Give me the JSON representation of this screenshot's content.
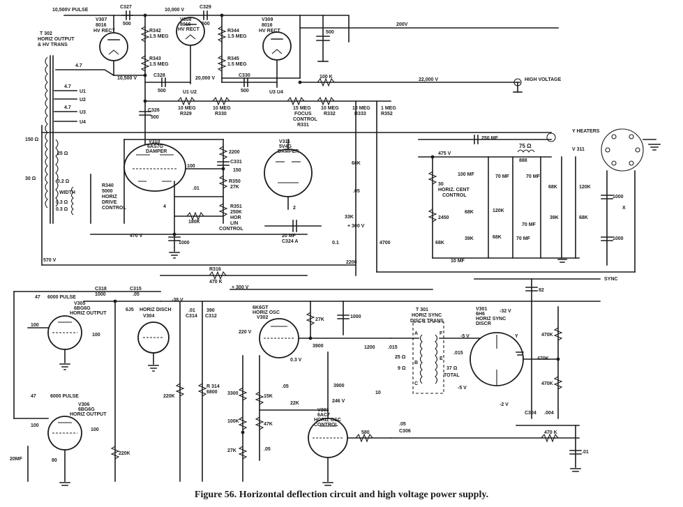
{
  "caption": "Figure 56. Horizontal deflection circuit and high voltage power supply.",
  "tubes": [
    {
      "id": "v307",
      "lines": [
        "V307",
        "8016",
        "HV RECT"
      ]
    },
    {
      "id": "v308",
      "lines": [
        "V308",
        "8016",
        "HV RECT"
      ]
    },
    {
      "id": "v309",
      "lines": [
        "V309",
        "8016",
        "HV RECT"
      ]
    },
    {
      "id": "v310",
      "lines": [
        "V310",
        "6AS7G",
        "DAMPER"
      ]
    },
    {
      "id": "v311",
      "lines": [
        "V311",
        "5V4G",
        "DAMPER"
      ]
    },
    {
      "id": "v305",
      "lines": [
        "V305",
        "6BG6G",
        "HORIZ OUTPUT"
      ]
    },
    {
      "id": "v306",
      "lines": [
        "V306",
        "6BG6G",
        "HORIZ OUTPUT"
      ]
    },
    {
      "id": "v304",
      "lines": [
        "6J5",
        "HORIZ DISCH",
        "V304"
      ]
    },
    {
      "id": "v302",
      "lines": [
        "6K6GT",
        "HORIZ OSC",
        "V302"
      ]
    },
    {
      "id": "v303",
      "lines": [
        "V303",
        "6AC7",
        "HORIZ OSC",
        "CONTROL"
      ]
    },
    {
      "id": "v301",
      "lines": [
        "V301",
        "6H6",
        "HORIZ SYNC",
        "DISCR"
      ]
    }
  ],
  "labels": {
    "pulse_10500": "10,500V PULSE",
    "c327": "C327",
    "c327_v": "500",
    "v10000": "10,000 V",
    "c329": "C329",
    "c329_v": "500",
    "v200": "200V",
    "c500_top": "500",
    "t302_1": "T 302",
    "t302_2": "HORIZ OUTPUT",
    "t302_3": "& HV TRANS",
    "r47_a": "4.7",
    "r342": "R342",
    "r342_v": "1.5 MEG",
    "r343": "R343",
    "r343_v": "1.5 MEG",
    "r344": "R344",
    "r344_v": "1.5 MEG",
    "r345": "R345",
    "r345_v": "1.5 MEG",
    "v10500": "10,500 V",
    "v20000": "20,000 V",
    "c328": "C328",
    "c328_v": "500",
    "c330": "C330",
    "c330_v": "500",
    "u1": "U1",
    "u2": "U2",
    "u3": "U3",
    "u4": "U4",
    "u1u2": "U1 U2",
    "u3u4": "U3 U4",
    "r47_b": "4.7",
    "r47_c": "4.7",
    "r100k_top": "100 K",
    "v22000": "22,000 V",
    "high_voltage": "HIGH VOLTAGE",
    "r329_v": "10 MEG",
    "r329": "R329",
    "r330_v": "10 MEG",
    "r330": "R330",
    "r331_1": "15 MEG",
    "r331_2": "FOCUS",
    "r331_3": "CONTROL",
    "r331_4": "R331",
    "r332_v": "10 MEG",
    "r332": "R332",
    "r333_v": "10 MEG",
    "r333": "R333",
    "r352_v": "1 MEG",
    "r352": "R352",
    "c326": "C326",
    "c326_v": "500",
    "ohm150": "150 Ω",
    "ohm25": "25 Ω",
    "ohm30": "30 Ω",
    "ohm02": "0.2 Ω",
    "ohm03a": "0.3 Ω",
    "ohm03b": "0.3 Ω",
    "width": "WIDTH",
    "r340_1": "R340",
    "r340_2": "5000",
    "r340_3": "HORIZ",
    "r340_4": "DRIVE",
    "r340_5": "CONTROL",
    "r2200": "2200",
    "c331": "C331",
    "c331_v": "150",
    "r350": "R350",
    "r350_v": "27K",
    "r100_v310": "100",
    "c01_v310": ".01",
    "r180k": "180K",
    "r351_1": "R351",
    "r351_2": "250K",
    "r351_3": "HOR",
    "r351_4": "LIN",
    "r351_5": "CONTROL",
    "v470": "470 V",
    "c1000_a": "1000",
    "v570": "570 V",
    "c20mf_1": "20 MF",
    "c20mf_2": "C324 A",
    "r68k_a": "68K",
    "c05_a": ".05",
    "r33k": "33K",
    "v300_a": "+ 300 V",
    "c01_b": "0.1",
    "r2200_b": "2200",
    "r4700": "4700",
    "c250mf": "250 MF",
    "v475": "475 V",
    "r30_1": "30",
    "r30_2": "HORIZ. CENT",
    "r30_3": "CONTROL",
    "r2450": "2450",
    "r68k_b": "68K",
    "r68k_c": "68K",
    "r68k_d": "68K",
    "r120k_a": "120K",
    "r120k_b": "120K",
    "r39k_a": "39K",
    "r39k_b": "39K",
    "c10mf": "10 MF",
    "c100mf": "100 MF",
    "c70mf_a": "70 MF",
    "c70mf_b": "70 MF",
    "c70mf_c": "70 MF",
    "c70mf_d": "70 MF",
    "ind75": "75 Ω",
    "ind888": "888",
    "y_heaters": "Y HEATERS",
    "v311_tag": "V 311",
    "c1000_b": "1000",
    "c1000_c": "1000",
    "r316": "R316",
    "r316_v": "470 K",
    "v300_b": "+ 300 V",
    "sync": "SYNC",
    "r47_d": "47",
    "pulse_6000a": "6000 PULSE",
    "c318": "C318",
    "c318_v": "1000",
    "c315": "C315",
    "c315_v": ".05",
    "r100_a": "100",
    "r100_b": "100",
    "v_neg38": "-38 V",
    "c314_v": ".01",
    "c314": "C314",
    "c312_v": "390",
    "c312": "C312",
    "r27k_a": "27K",
    "c1000_d": "1000",
    "v220": "220 V",
    "t301_1": "T 301",
    "t301_2": "HORIZ SYNC",
    "t301_3": "DISCR TRANS",
    "c82": "82",
    "v_neg32": "-32 V",
    "v_neg5a": "-5 V",
    "v_neg5b": "-5 V",
    "c015_a": ".015",
    "c015_b": ".015",
    "c1200": "1200",
    "r3900_a": "3900",
    "r3900_b": "3900",
    "v03": "0.3 V",
    "ohm25b": "25 Ω",
    "ohm9": "9 Ω",
    "ohm37_1": "37 Ω",
    "ohm37_2": "TOTAL",
    "r470k_a": "470K",
    "r470k_b": "470K",
    "r470k_c": "470K",
    "r470k_d": "470 K",
    "v_neg2": "-2 V",
    "r220k_a": "220K",
    "r314": "R 314",
    "r314_v": "6800",
    "r3300": "3300",
    "r15k": "15K",
    "c05_b": ".05",
    "r22k": "22K",
    "v246": "246 V",
    "r10": "10",
    "c306": ".05",
    "c306_tag": "C306",
    "r100k_b": "100K",
    "r47k": "47K",
    "r27k_b": "27K",
    "c05_c": ".05",
    "r580": "580",
    "c304": "C304",
    "c304_v": ".004",
    "c01_d": ".01",
    "r47_e": "47",
    "pulse_6000b": "6000 PULSE",
    "r100_c": "100",
    "r100_d": "100",
    "c20mf_b": "20MF",
    "r80": "80",
    "r220k_b": "220K",
    "a_tag": "A",
    "b_tag": "B",
    "c_tag": "C",
    "e_tag": "E",
    "f_tag": "F",
    "y_tag": "Y",
    "x_tag": "X",
    "pin4": "4",
    "pin2": "2"
  }
}
